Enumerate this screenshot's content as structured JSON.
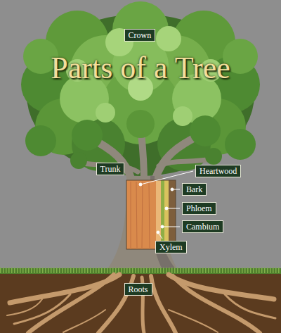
{
  "diagram": {
    "title": "Parts of a Tree",
    "nodes": [
      {
        "text": [
          "Crown"
        ]
      },
      {
        "text": [
          "Trunk"
        ]
      },
      {
        "text": [
          "Heartwood"
        ]
      },
      {
        "text": [
          "Bark"
        ]
      },
      {
        "text": [
          "Phloem"
        ]
      },
      {
        "text": [
          "Cambium"
        ]
      },
      {
        "text": [
          "Xylem"
        ]
      },
      {
        "text": [
          "Roots"
        ]
      }
    ]
  }
}
